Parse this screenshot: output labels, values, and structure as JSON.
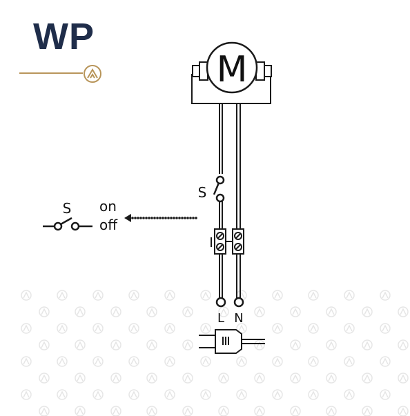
{
  "logo": {
    "text": "WP",
    "text_color": "#1f2d4a",
    "accent_color": "#b8955a",
    "badge_icon": "mountain-badge-icon"
  },
  "colors": {
    "wire": "#1a1a1a",
    "background": "#ffffff",
    "watermark": "#e4e4e4"
  },
  "motor": {
    "label": "M"
  },
  "switch_inline": {
    "label": "S"
  },
  "switch_detail": {
    "label": "S",
    "state_on": "on",
    "state_off": "off"
  },
  "terminals": {
    "live": "L",
    "neutral": "N"
  },
  "plug": {
    "icon": "plug-icon"
  }
}
